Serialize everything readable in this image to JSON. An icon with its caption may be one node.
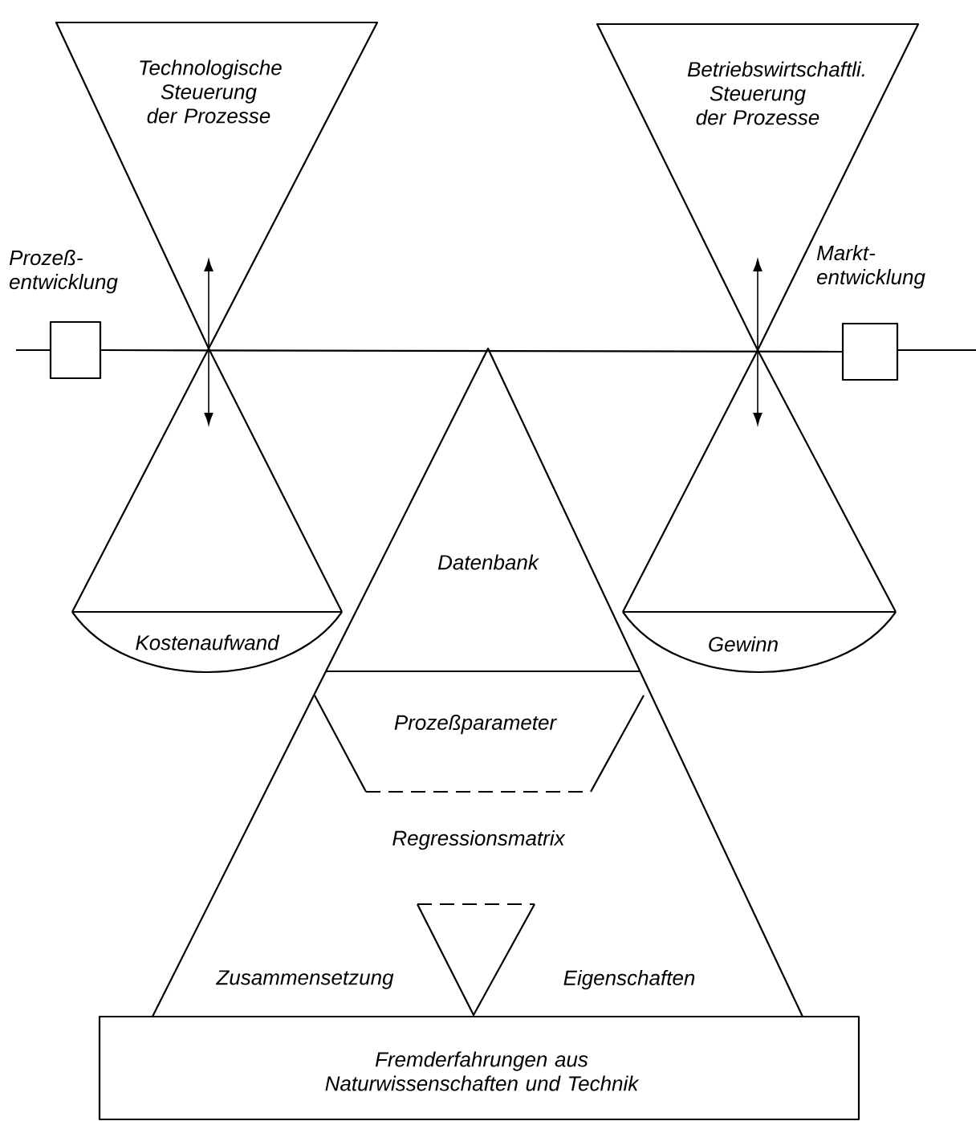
{
  "diagram": {
    "nodes": [
      {
        "text": [
          "Technologische Steuerung der Prozesse"
        ]
      },
      {
        "text": [
          "Betriebswirtschaftli. Steuerung der Prozesse"
        ]
      },
      {
        "text": [],
        "shape": "box"
      },
      {
        "text": [],
        "shape": "box"
      },
      {
        "text": [
          "Kostenaufwand"
        ]
      },
      {
        "text": [
          "Gewinn"
        ]
      },
      {
        "text": [
          "Datenbank",
          "Regressionsmatrix",
          "Zusammensetzung",
          "Eigenschaften"
        ]
      },
      {
        "text": [
          "Prozeßparameter"
        ],
        "in": 6
      },
      {
        "text": [],
        "shape": "triangle",
        "in": 6
      },
      {
        "text": [
          "Fremderfahrungen aus Naturwissenschaften und Technik"
        ]
      }
    ],
    "edges": [
      {
        "from": 2,
        "to": 3,
        "arrow": "none"
      },
      {
        "from": 0,
        "to": 4,
        "arrow": "none"
      },
      {
        "from": 1,
        "to": 5,
        "arrow": "none"
      }
    ],
    "labels": [
      "Prozeß- entwicklung",
      "Markt- entwicklung"
    ]
  }
}
